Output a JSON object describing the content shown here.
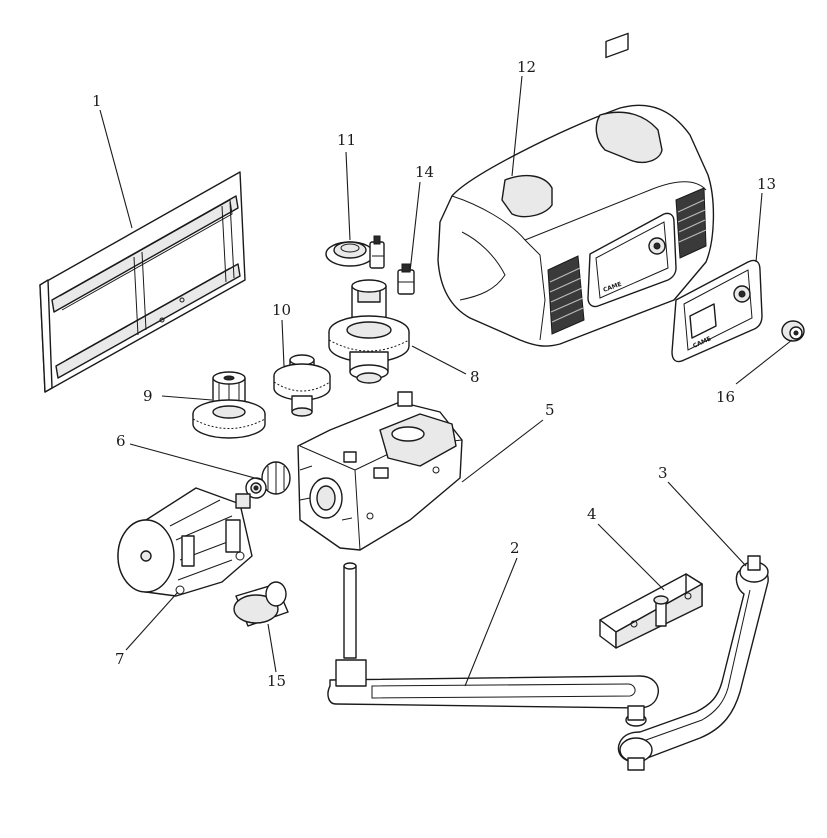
{
  "diagram": {
    "parts": [
      {
        "id": "1",
        "label": "1"
      },
      {
        "id": "2",
        "label": "2"
      },
      {
        "id": "3",
        "label": "3"
      },
      {
        "id": "4",
        "label": "4"
      },
      {
        "id": "5",
        "label": "5"
      },
      {
        "id": "6",
        "label": "6"
      },
      {
        "id": "7",
        "label": "7"
      },
      {
        "id": "8",
        "label": "8"
      },
      {
        "id": "9",
        "label": "9"
      },
      {
        "id": "10",
        "label": "10"
      },
      {
        "id": "11",
        "label": "11"
      },
      {
        "id": "12",
        "label": "12"
      },
      {
        "id": "13",
        "label": "13"
      },
      {
        "id": "14",
        "label": "14"
      },
      {
        "id": "15",
        "label": "15"
      },
      {
        "id": "16",
        "label": "16"
      }
    ],
    "brand_logo": "CAME"
  }
}
